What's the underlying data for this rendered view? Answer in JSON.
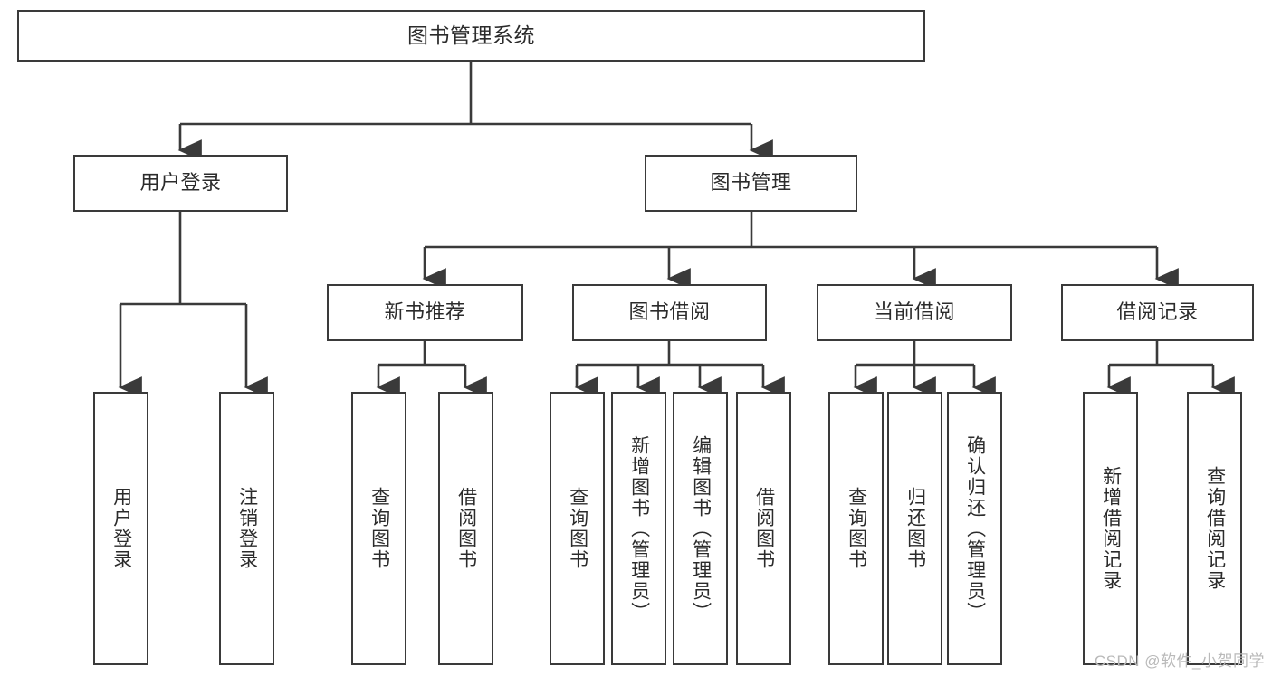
{
  "diagram": {
    "title": "图书管理系统",
    "type": "hierarchy-tree",
    "stroke_color": "#3a3a3a",
    "text_color": "#2b2b2b",
    "background": "#ffffff",
    "root": {
      "label": "图书管理系统"
    },
    "level2": [
      {
        "label": "用户登录"
      },
      {
        "label": "图书管理"
      }
    ],
    "level3": [
      {
        "label": "新书推荐"
      },
      {
        "label": "图书借阅"
      },
      {
        "label": "当前借阅"
      },
      {
        "label": "借阅记录"
      }
    ],
    "leaves": {
      "user_login": [
        {
          "label": "用户登录"
        },
        {
          "label": "注销登录"
        }
      ],
      "new_book_recommend": [
        {
          "label": "查询图书"
        },
        {
          "label": "借阅图书"
        }
      ],
      "book_borrow": [
        {
          "label": "查询图书"
        },
        {
          "label": "新增图书（管理员）"
        },
        {
          "label": "编辑图书（管理员）"
        },
        {
          "label": "借阅图书"
        }
      ],
      "current_borrow": [
        {
          "label": "查询图书"
        },
        {
          "label": "归还图书"
        },
        {
          "label": "确认归还（管理员）"
        }
      ],
      "borrow_record": [
        {
          "label": "新增借阅记录"
        },
        {
          "label": "查询借阅记录"
        }
      ]
    }
  },
  "watermark": {
    "text": "CSDN @软件_小贺同学"
  }
}
